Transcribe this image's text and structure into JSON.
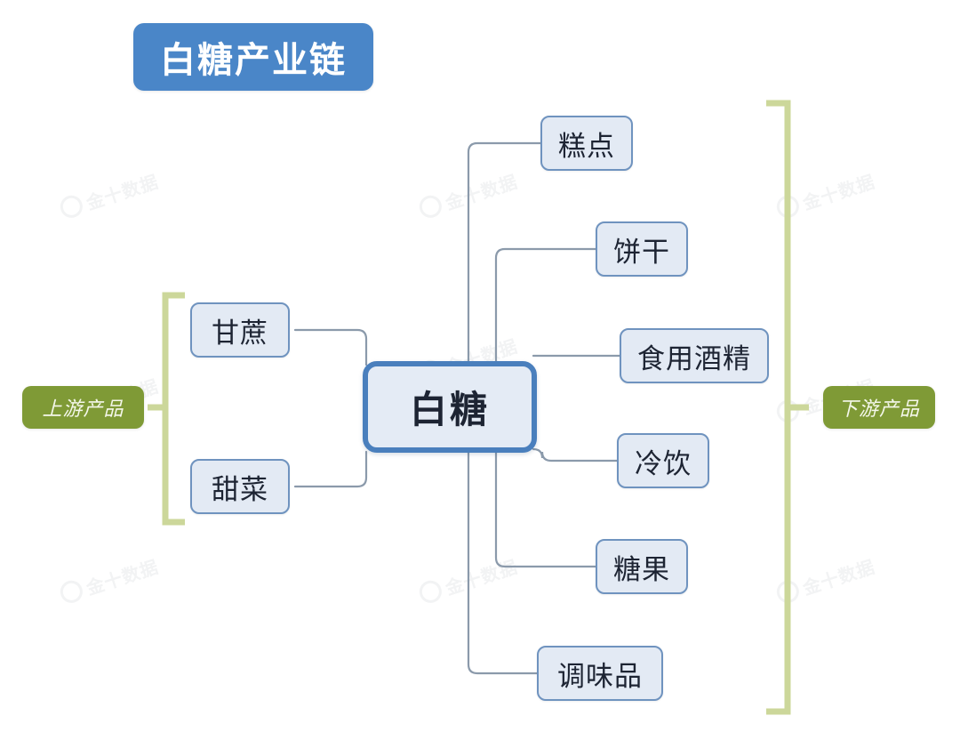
{
  "title": {
    "text": "白糖产业链"
  },
  "colors": {
    "title_badge_bg": "#4a86c8",
    "node_fill": "#e3eaf4",
    "node_border": "#6f93bf",
    "center_border": "#4a7fbd",
    "connector": "#8b9aab",
    "bracket": "#ccd79a",
    "side_label_bg": "#7f9a36",
    "text_dark": "#1d2433",
    "watermark": "#f2f3f4"
  },
  "center_node": {
    "label": "白糖"
  },
  "upstream": {
    "group_label": "上游产品",
    "items": [
      {
        "label": "甘蔗"
      },
      {
        "label": "甜菜"
      }
    ]
  },
  "downstream": {
    "group_label": "下游产品",
    "items": [
      {
        "label": "糕点"
      },
      {
        "label": "饼干"
      },
      {
        "label": "食用酒精"
      },
      {
        "label": "冷饮"
      },
      {
        "label": "糖果"
      },
      {
        "label": "调味品"
      }
    ]
  },
  "watermarks": [
    {
      "text": "金十数据"
    },
    {
      "text": "金十数据"
    },
    {
      "text": "金十数据"
    },
    {
      "text": "金十数据"
    },
    {
      "text": "金十数据"
    },
    {
      "text": "金十数据"
    },
    {
      "text": "金十数据"
    },
    {
      "text": "金十数据"
    },
    {
      "text": "金十数据"
    }
  ]
}
